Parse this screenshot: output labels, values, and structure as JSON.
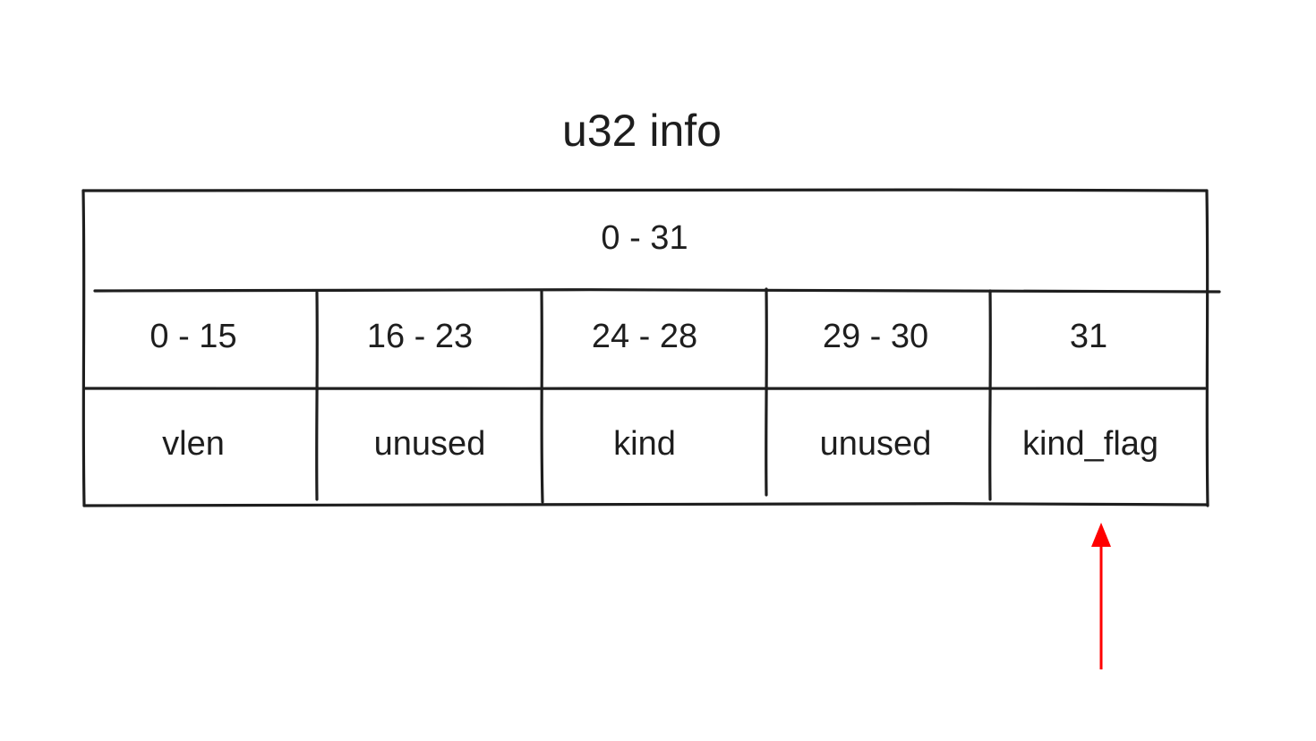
{
  "title": "u32 info",
  "header": {
    "range": "0 - 31"
  },
  "fields": [
    {
      "bits": "0 - 15",
      "name": "vlen"
    },
    {
      "bits": "16 - 23",
      "name": "unused"
    },
    {
      "bits": "24 - 28",
      "name": "kind"
    },
    {
      "bits": "29 - 30",
      "name": "unused"
    },
    {
      "bits": "31",
      "name": "kind_flag"
    }
  ],
  "colors": {
    "ink": "#1e1e1e",
    "arrow": "#ff0000"
  }
}
